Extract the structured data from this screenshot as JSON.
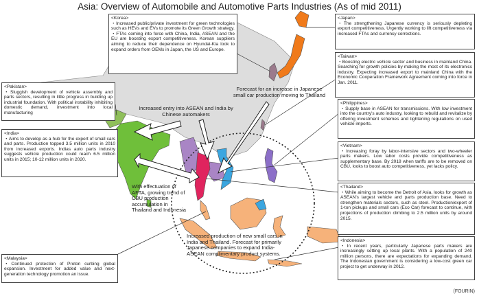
{
  "title": "Asia: Overview of Automobile and Automotive Parts Industries (As of mid 2011)",
  "source": "(FOURIN)",
  "colors": {
    "japan": "#f07a1a",
    "korea": "#9b7a8c",
    "china": "#dddddd",
    "india_south_asia": "#6fbf3a",
    "pakistan": "#8fbf5a",
    "thailand": "#e0245e",
    "asean_purple": "#a985c5",
    "vietnam": "#3aa6e0",
    "philippines": "#8c6fc8",
    "indonesia_malaysia": "#f6b27a",
    "sea": "#ffffff"
  },
  "boxes": {
    "korea": {
      "header": "<Korea>",
      "text": "・Increased public/private investment for green technologies such as HEVs and EVs to promote its Green Growth strategy.\n・FTAs coming into force with China, India, ASEAN and the EU are boosting export competitiveness. Korean suppliers aiming to reduce their dependence on Hyundai-Kia look to expand orders from OEMs in Japan, the US and Europe."
    },
    "japan": {
      "header": "<Japan>",
      "text": "・The strengthening Japanese currency is seriously depleting export competitiveness. Urgently working to lift competitiveness via increased FTAs and currency corrections."
    },
    "taiwan": {
      "header": "<Taiwan>",
      "text": "・Boosting electric vehicle sector and business in mainland China. Searching for growth policies by making the most of its electronics industry. Expecting increased export to mainland China with the Economic Cooperation Framework Agreement coming into force in Jan. 2011."
    },
    "pakistan": {
      "header": "<Pakistan>",
      "text": "・Sluggish development of vehicle assembly and parts sectors, resulting in little progress in building up industrial foundation. With political instability inhibiting domestic demand, investment into local manufacturing"
    },
    "philippines": {
      "header": "<Philippines>",
      "text": "・Supply base in ASEAN for transmissions. With low investment into the country's auto industry, looking to rebuild and revitalize by offering investment schemes and tightening regulations on used vehicle imports."
    },
    "india": {
      "header": "<India>",
      "text": "・Aims to develop as a hub for the export of small cars and parts. Production topped 3.5 million units in 2010 from increased exports. Indias auto parts industry suggests vehicle production could reach 6.5 million units in 2015; 10-12 million units in 2020."
    },
    "vietnam": {
      "header": "<Vietnam>",
      "text": "・Increasing foray by labor-intensive sectors and two-wheeler parts makers. Low labor costs provide competitiveness as supplementary base. By 2018 when tariffs are to be removed on CBU, looks to boost auto competitiveness, yet lacks policy."
    },
    "thailand": {
      "header": "<Thailand>",
      "text": "・While aiming to become the Detroit of Asia, looks for growth as ASEAN's largest vehicle and parts production base. Need to strengthen materials sectors, such as steel. Production/export of 1-ton pickups and small cars (Eco Car) forecast to continue, with projections of production climbing to 2.5 million units by around 2015."
    },
    "indonesia": {
      "header": "<Indonesia>",
      "text": "・In recent years, particularly Japanese parts makers are increasingly setting up local plants. With a population of 240 million persons, there are expectations for expanding demand. The Indonesian government is considering a low-cost green car project to get underway in 2012."
    },
    "malaysia": {
      "header": "<Malaysia>",
      "text": "・Continued protection of Proton curbing global expansion. Investment for added value and next-generation technology promotion an issue."
    }
  },
  "annotations": {
    "china_entry": "Increased entry into ASEAN and India by Chinese automakers",
    "japan_forecast": "Forecast for an increase in Japanese small car production moving to Thailand",
    "afta": "With effectuation of AFTA, growing trend of CBU production accumulation in Thailand and Indonesia",
    "india_thailand": "Increased production of new small cars in India and Thailand. Forecast for primarily Japanese companies to expand India-ASEAN complimentary product systems."
  }
}
